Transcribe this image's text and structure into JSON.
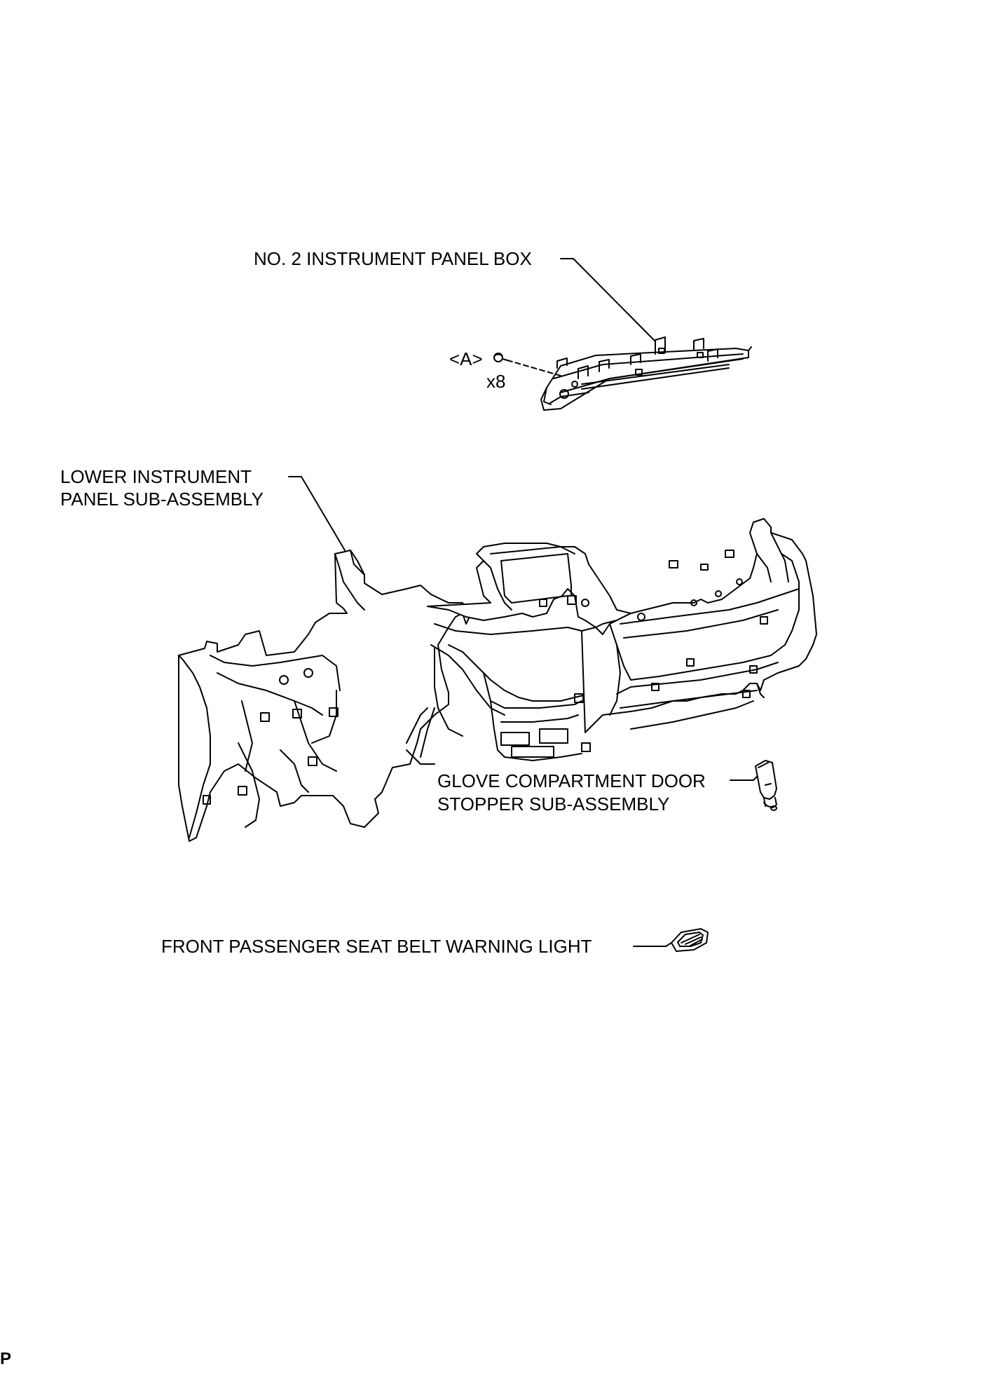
{
  "diagram": {
    "labels": {
      "no2_box": "NO. 2 INSTRUMENT PANEL BOX",
      "clip_ref": "<A>",
      "clip_qty": "x8",
      "lower_panel_line1": "LOWER INSTRUMENT",
      "lower_panel_line2": "PANEL SUB-ASSEMBLY",
      "glove_stopper_line1": "GLOVE COMPARTMENT DOOR",
      "glove_stopper_line2": "STOPPER SUB-ASSEMBLY",
      "seat_belt_light": "FRONT PASSENGER SEAT BELT WARNING LIGHT"
    },
    "footer_mark": "P"
  }
}
